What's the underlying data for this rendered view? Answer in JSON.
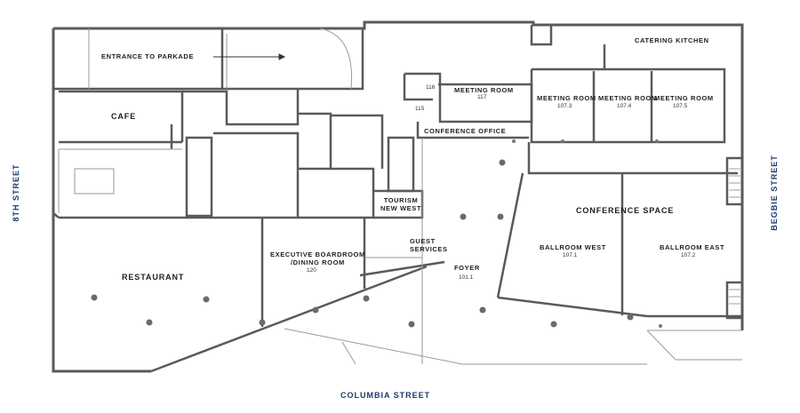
{
  "streets": {
    "left": "8TH STREET",
    "right": "BEGBIE STREET",
    "bottom": "COLUMBIA STREET"
  },
  "rooms": {
    "entrance_parkade": "ENTRANCE TO PARKADE",
    "cafe": "CAFE",
    "catering_kitchen": "CATERING KITCHEN",
    "meeting_117": {
      "name": "MEETING ROOM",
      "number": "117"
    },
    "room_116": "116",
    "room_115": "115",
    "conference_office": "CONFERENCE OFFICE",
    "meeting_1073": {
      "name": "MEETING ROOM",
      "number": "107.3"
    },
    "meeting_1074": {
      "name": "MEETING ROOM",
      "number": "107.4"
    },
    "meeting_1075": {
      "name": "MEETING ROOM",
      "number": "107.5"
    },
    "tourism": "TOURISM\nNEW WEST",
    "conference_space": "CONFERENCE SPACE",
    "ballroom_west": {
      "name": "BALLROOM WEST",
      "number": "107.1"
    },
    "ballroom_east": {
      "name": "BALLROOM EAST",
      "number": "107.2"
    },
    "guest_services": "GUEST\nSERVICES",
    "boardroom": {
      "name": "EXECUTIVE BOARDROOM\n/DINING ROOM",
      "number": "120"
    },
    "restaurant": "RESTAURANT",
    "foyer": {
      "name": "FOYER",
      "number": "101.1"
    }
  },
  "colors": {
    "wall": "#5a5a5a",
    "thin": "#8a8a8a",
    "street": "#1b3a6b"
  }
}
